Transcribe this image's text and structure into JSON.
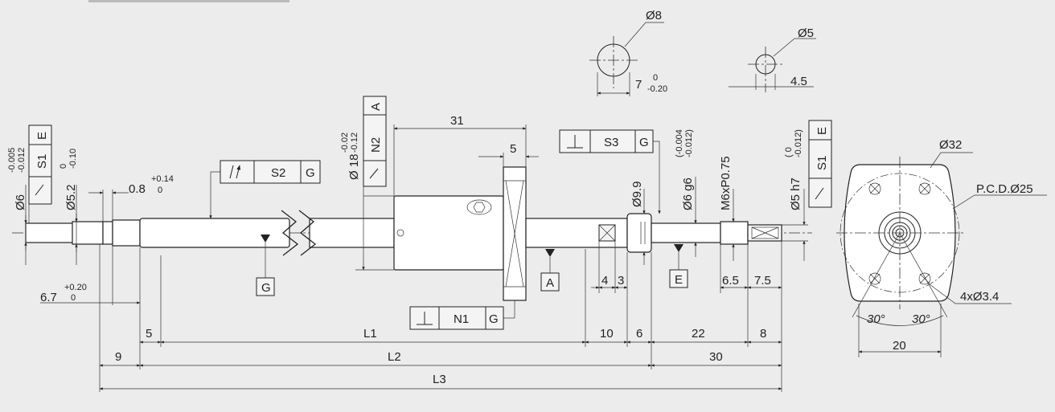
{
  "fcf": {
    "s1": "S1",
    "s2": "S2",
    "s3": "S3",
    "n1": "N1",
    "n2": "N2",
    "datum_a": "A",
    "datum_e": "E",
    "datum_g": "G"
  },
  "labels": {
    "d8": "Ø8",
    "d5_hole": "Ø5",
    "seven": "7",
    "seven_upper": "0",
    "seven_lower": "-0.20",
    "four_five": "4.5",
    "thirty_one": "31",
    "five_flange": "5",
    "zero_eight": "0.8",
    "zero_eight_upper": "+0.14",
    "zero_eight_lower": "0",
    "six_seven": "6.7",
    "six_seven_upper": "+0.20",
    "six_seven_lower": "0",
    "four": "4",
    "three": "3",
    "six_five": "6.5",
    "seven_five": "7.5",
    "five": "5",
    "l1": "L1",
    "ten": "10",
    "six": "6",
    "twenty_two": "22",
    "eight": "8",
    "nine": "9",
    "l2": "L2",
    "thirty": "30",
    "l3": "L3",
    "d32": "Ø32",
    "pcd": "P.C.D.Ø25",
    "holes": "4xØ3.4",
    "angle": "30°",
    "twenty": "20",
    "d6_left": "Ø6",
    "d6_left_upper": "-0.005",
    "d6_left_lower": "-0.012",
    "d5_2": "Ø5.2",
    "d5_2_upper": "0",
    "d5_2_lower": "-0.10",
    "d18": "Ø 18",
    "d18_upper": "-0.02",
    "d18_lower": "-0.12",
    "d9_9": "Ø9.9",
    "d6_g6": "Ø6 g6",
    "d6_g6_upper": "(-0.004",
    "d6_g6_lower": "-0.012)",
    "m6": "M6xP0.75",
    "d5_h7": "Ø5 h7",
    "d5_h7_upper": "( 0",
    "d5_h7_lower": "-0.012)"
  }
}
